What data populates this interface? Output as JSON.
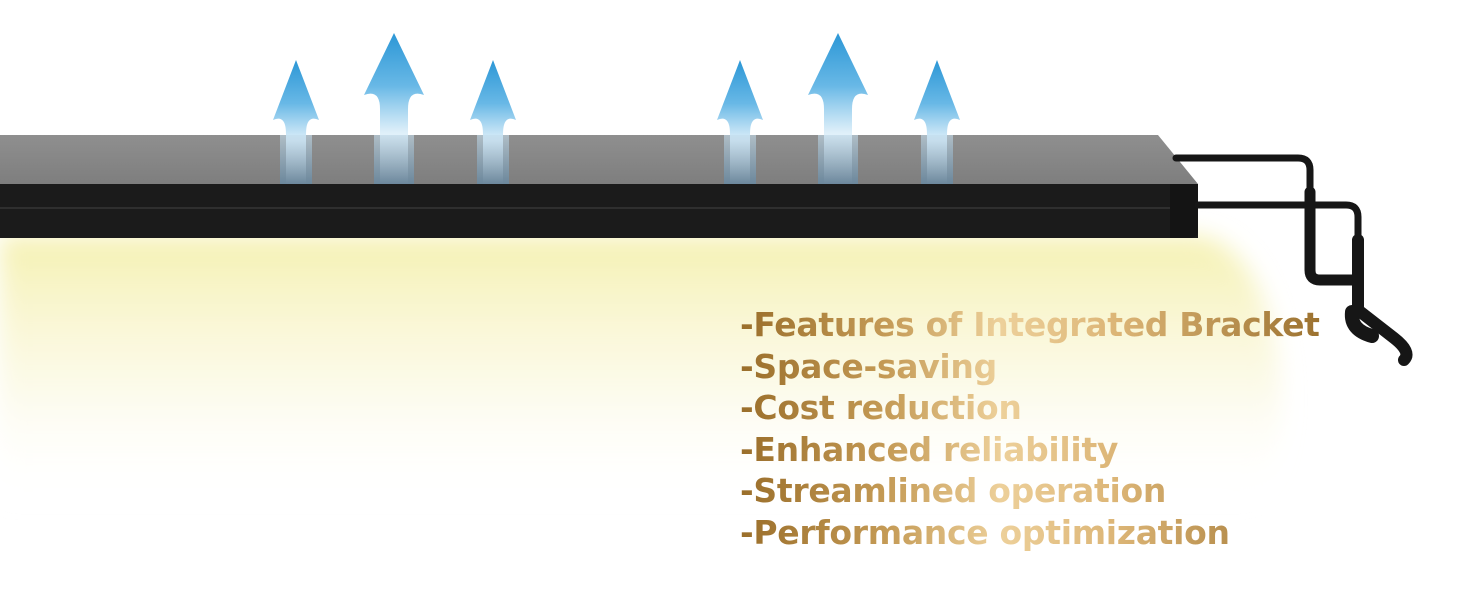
{
  "product": {
    "name": "aquarium LED light bar with integrated bracket"
  },
  "illustration": {
    "arrow_count": 6,
    "arrow_icon": "up-arrow-icon",
    "arrow_color": "#2d9bd8",
    "bar_top_color": "#8c8c8c",
    "bar_body_color": "#1c1c1c",
    "light_glow_color": "#f7f3b8"
  },
  "features": [
    {
      "text": "-Features of Integrated Bracket"
    },
    {
      "text": "-Space-saving"
    },
    {
      "text": "-Cost reduction"
    },
    {
      "text": "-Enhanced reliability"
    },
    {
      "text": "-Streamlined operation"
    },
    {
      "text": "-Performance optimization"
    }
  ],
  "colors": {
    "text_gold_dark": "#9a6e2a",
    "text_gold_light": "#edd09a"
  }
}
